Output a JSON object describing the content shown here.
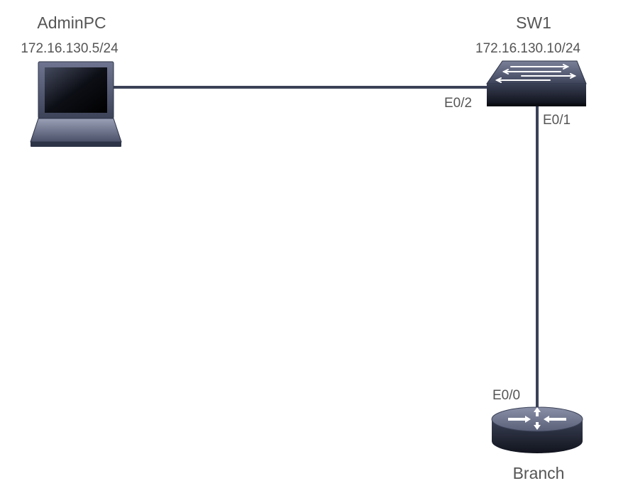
{
  "devices": {
    "adminpc": {
      "name": "AdminPC",
      "ip": "172.16.130.5/24",
      "icon": "laptop-icon"
    },
    "sw1": {
      "name": "SW1",
      "ip": "172.16.130.10/24",
      "icon": "switch-icon"
    },
    "branch": {
      "name": "Branch",
      "icon": "router-icon"
    }
  },
  "ports": {
    "sw1_e0_2": "E0/2",
    "sw1_e0_1": "E0/1",
    "branch_e0_0": "E0/0"
  },
  "links": [
    {
      "from": "AdminPC",
      "to": "SW1",
      "port": "E0/2"
    },
    {
      "from": "SW1",
      "to": "Branch",
      "ports": [
        "E0/1",
        "E0/0"
      ]
    }
  ],
  "colors": {
    "device_dark": "#2e3447",
    "device_mid": "#5a6078",
    "link": "#3b4257",
    "label": "#555555"
  }
}
